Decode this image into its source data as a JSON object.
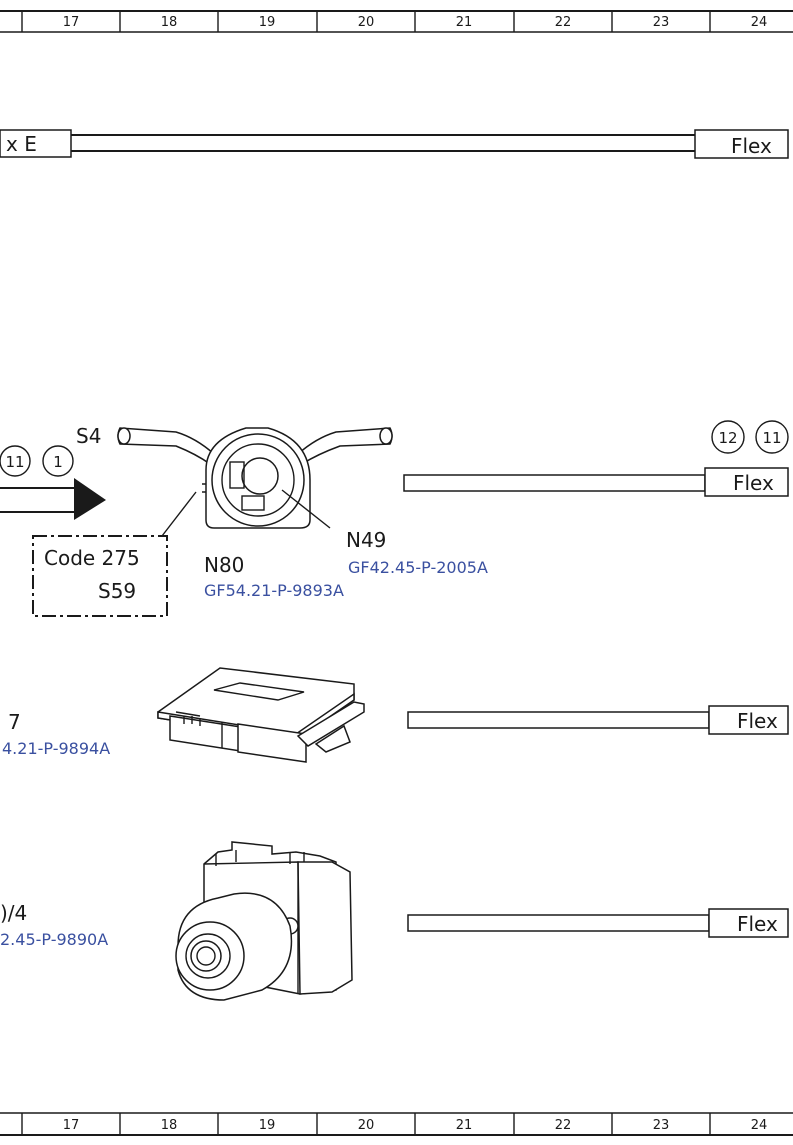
{
  "ruler": {
    "columns": [
      "17",
      "18",
      "19",
      "20",
      "21",
      "22",
      "23",
      "24"
    ]
  },
  "diagram": {
    "top_bus": {
      "left_label": "x E",
      "right_label": "Flex"
    },
    "switch_group": {
      "s4_label": "S4",
      "circle_left_a": "11",
      "circle_left_b": "1",
      "circle_right_a": "12",
      "circle_right_b": "11",
      "code_label": "Code 275",
      "s59_label": "S59",
      "n80_label": "N80",
      "n80_ref": "GF54.21-P-9893A",
      "n49_label": "N49",
      "n49_ref": "GF42.45-P-2005A",
      "flex_label": "Flex"
    },
    "module_row": {
      "label": "7",
      "ref": "4.21-P-9894A",
      "flex_label": "Flex"
    },
    "lock_row": {
      "label": ")/4",
      "ref": "2.45-P-9890A",
      "flex_label": "Flex"
    }
  },
  "colors": {
    "line": "#1a1a1a",
    "reference_link": "#3a50a0"
  },
  "icons": [
    "combination-switch-icon",
    "control-module-icon",
    "ignition-lock-icon",
    "arrow-right-icon"
  ]
}
